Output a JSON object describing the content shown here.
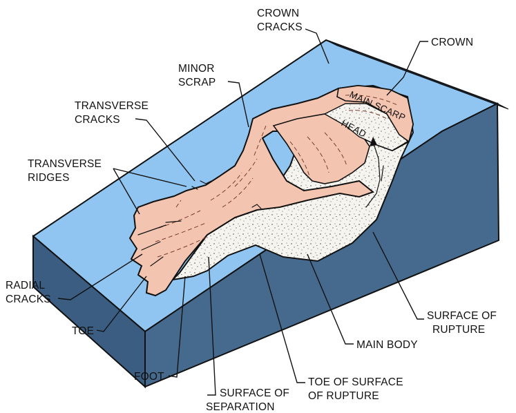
{
  "colors": {
    "slope_top": "#8fc5f0",
    "block_side": "#466a8e",
    "block_front": "#3b5d82",
    "block_edge": "#1a2636",
    "landslide_body": "#f3c4b0",
    "rupture_surface": "#f6f4ef",
    "outline": "#111111"
  },
  "labels": {
    "crown_cracks": [
      "CROWN",
      "CRACKS"
    ],
    "crown": [
      "CROWN"
    ],
    "minor_scrap": [
      "MINOR",
      "SCRAP"
    ],
    "transverse_cracks": [
      "TRANSVERSE",
      "CRACKS"
    ],
    "transverse_ridges": [
      "TRANSVERSE",
      "RIDGES"
    ],
    "radial_cracks": [
      "RADIAL",
      "CRACKS"
    ],
    "toe": [
      "TOE"
    ],
    "foot": [
      "FOOT"
    ],
    "surface_of_separation": [
      "SURFACE OF",
      "SEPARATION"
    ],
    "toe_of_surface_of_rupture": [
      "TOE OF SURFACE",
      "OF RUPTURE"
    ],
    "main_body": [
      "MAIN BODY"
    ],
    "surface_of_rupture": [
      "SURFACE OF",
      "RUPTURE"
    ],
    "main_scarp": "MAIN SCARP",
    "head": "HEAD"
  }
}
